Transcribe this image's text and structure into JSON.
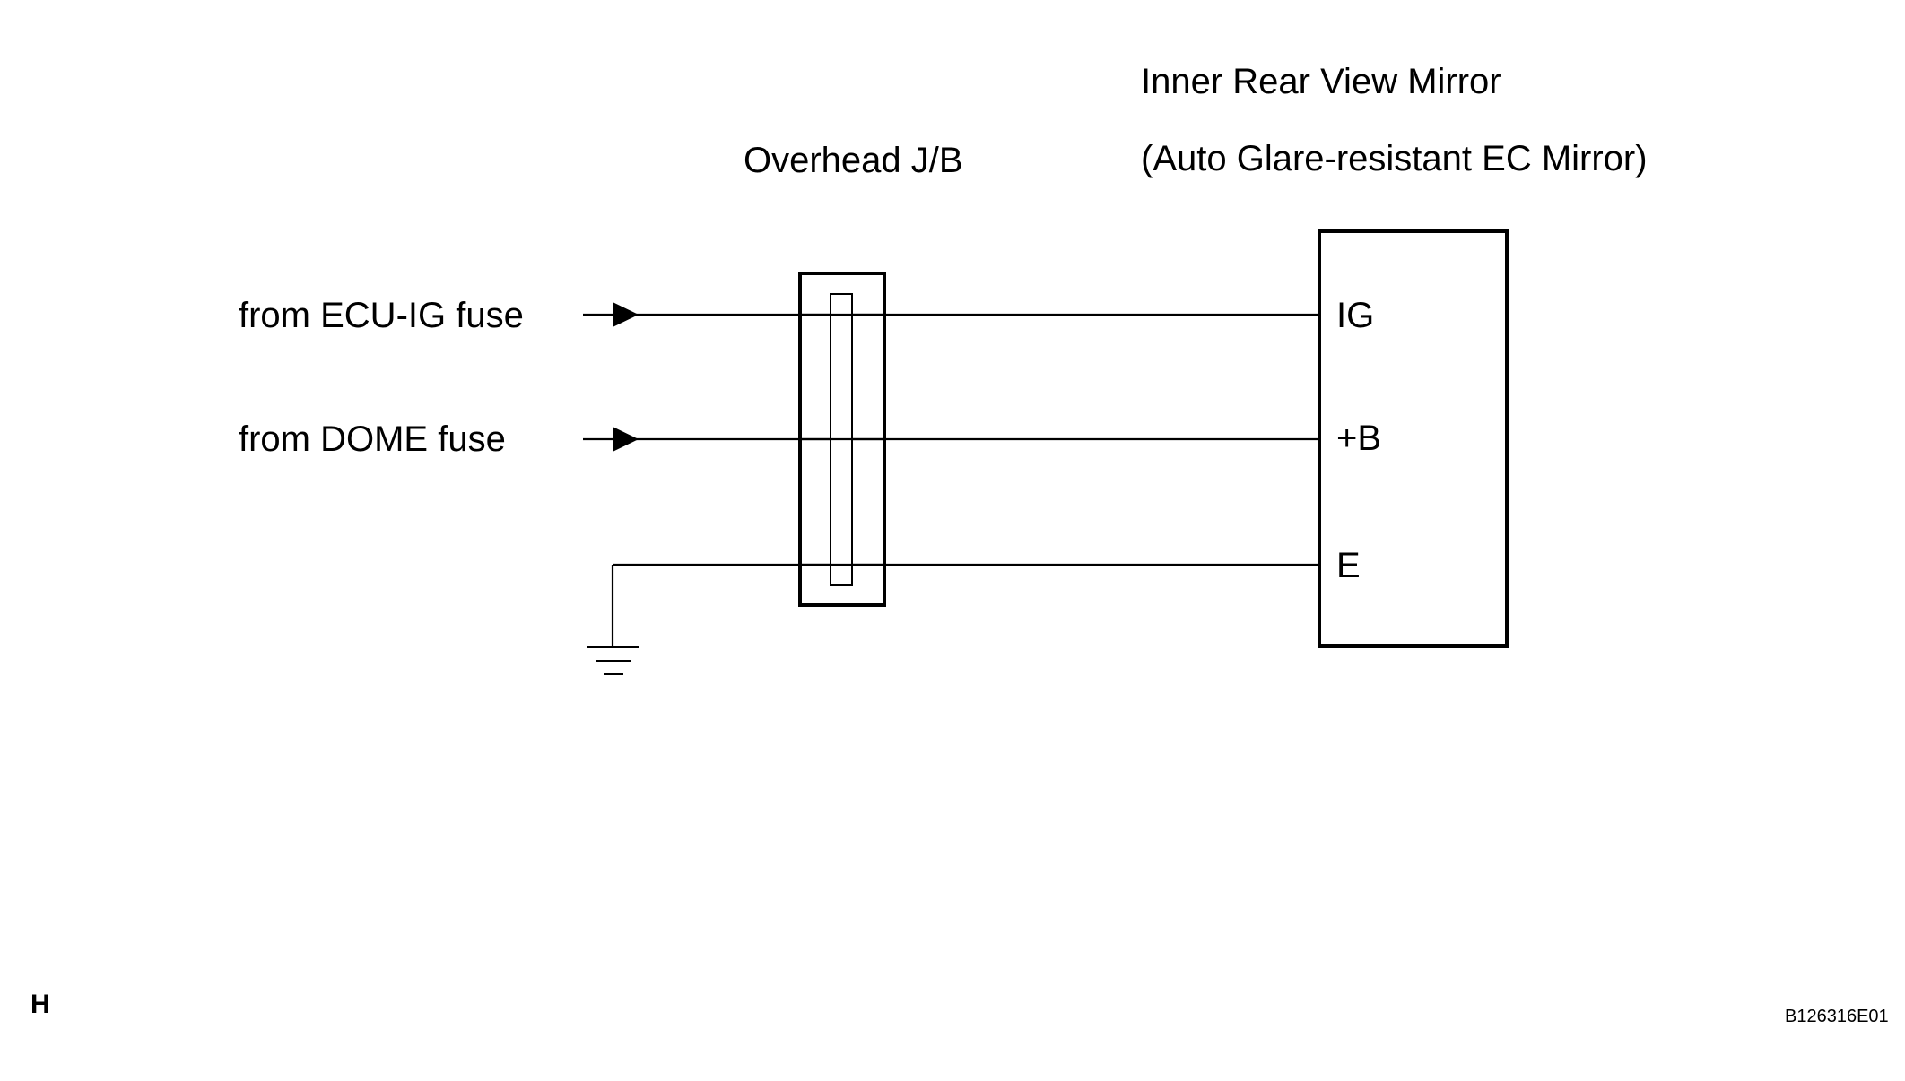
{
  "components": {
    "junction_block": {
      "label": "Overhead J/B"
    },
    "mirror": {
      "title_line1": "Inner Rear View Mirror",
      "title_line2": "(Auto Glare-resistant EC Mirror)",
      "terminals": {
        "ig": "IG",
        "b": "+B",
        "e": "E"
      }
    }
  },
  "inputs": {
    "ecu_ig": "from ECU-IG fuse",
    "dome": "from DOME fuse"
  },
  "corner_mark": "H",
  "figure_code": "B126316E01"
}
